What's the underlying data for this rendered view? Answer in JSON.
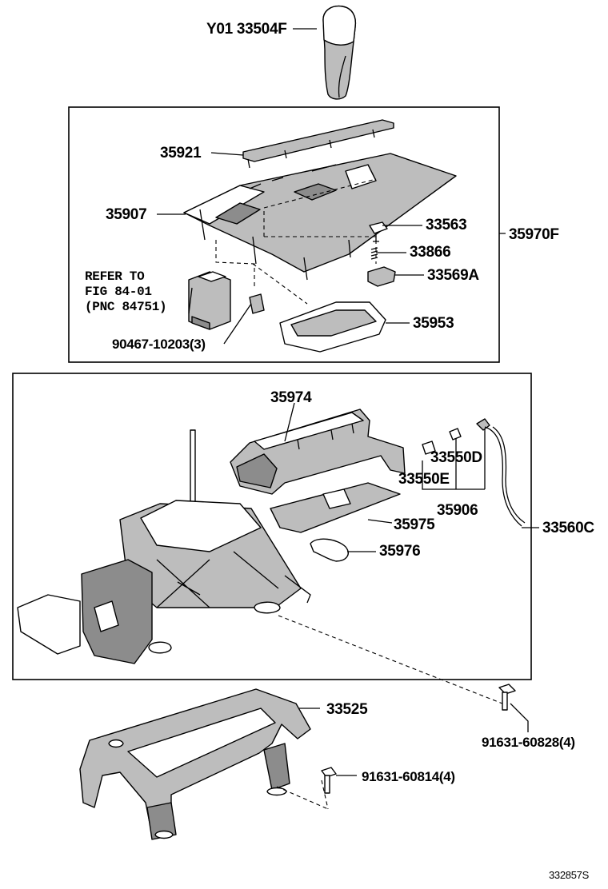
{
  "diagram": {
    "footer_code": "332857S",
    "reference_note": {
      "line1": "REFER TO",
      "line2": "FIG 84-01",
      "line3": "(PNC 84751)"
    },
    "callouts": {
      "knob": "Y01 33504F",
      "p35921": "35921",
      "p35907": "35907",
      "p33563": "33563",
      "p35970F": "35970F",
      "p33866": "33866",
      "p33569A": "33569A",
      "p35953": "35953",
      "p90467": "90467-10203(3)",
      "p35974": "35974",
      "p33550D": "33550D",
      "p33550E": "33550E",
      "p35906": "35906",
      "p35975": "35975",
      "p33560C": "33560C",
      "p35976": "35976",
      "p33525": "33525",
      "p91631_60828": "91631-60828(4)",
      "p91631_60814": "91631-60814(4)"
    }
  }
}
